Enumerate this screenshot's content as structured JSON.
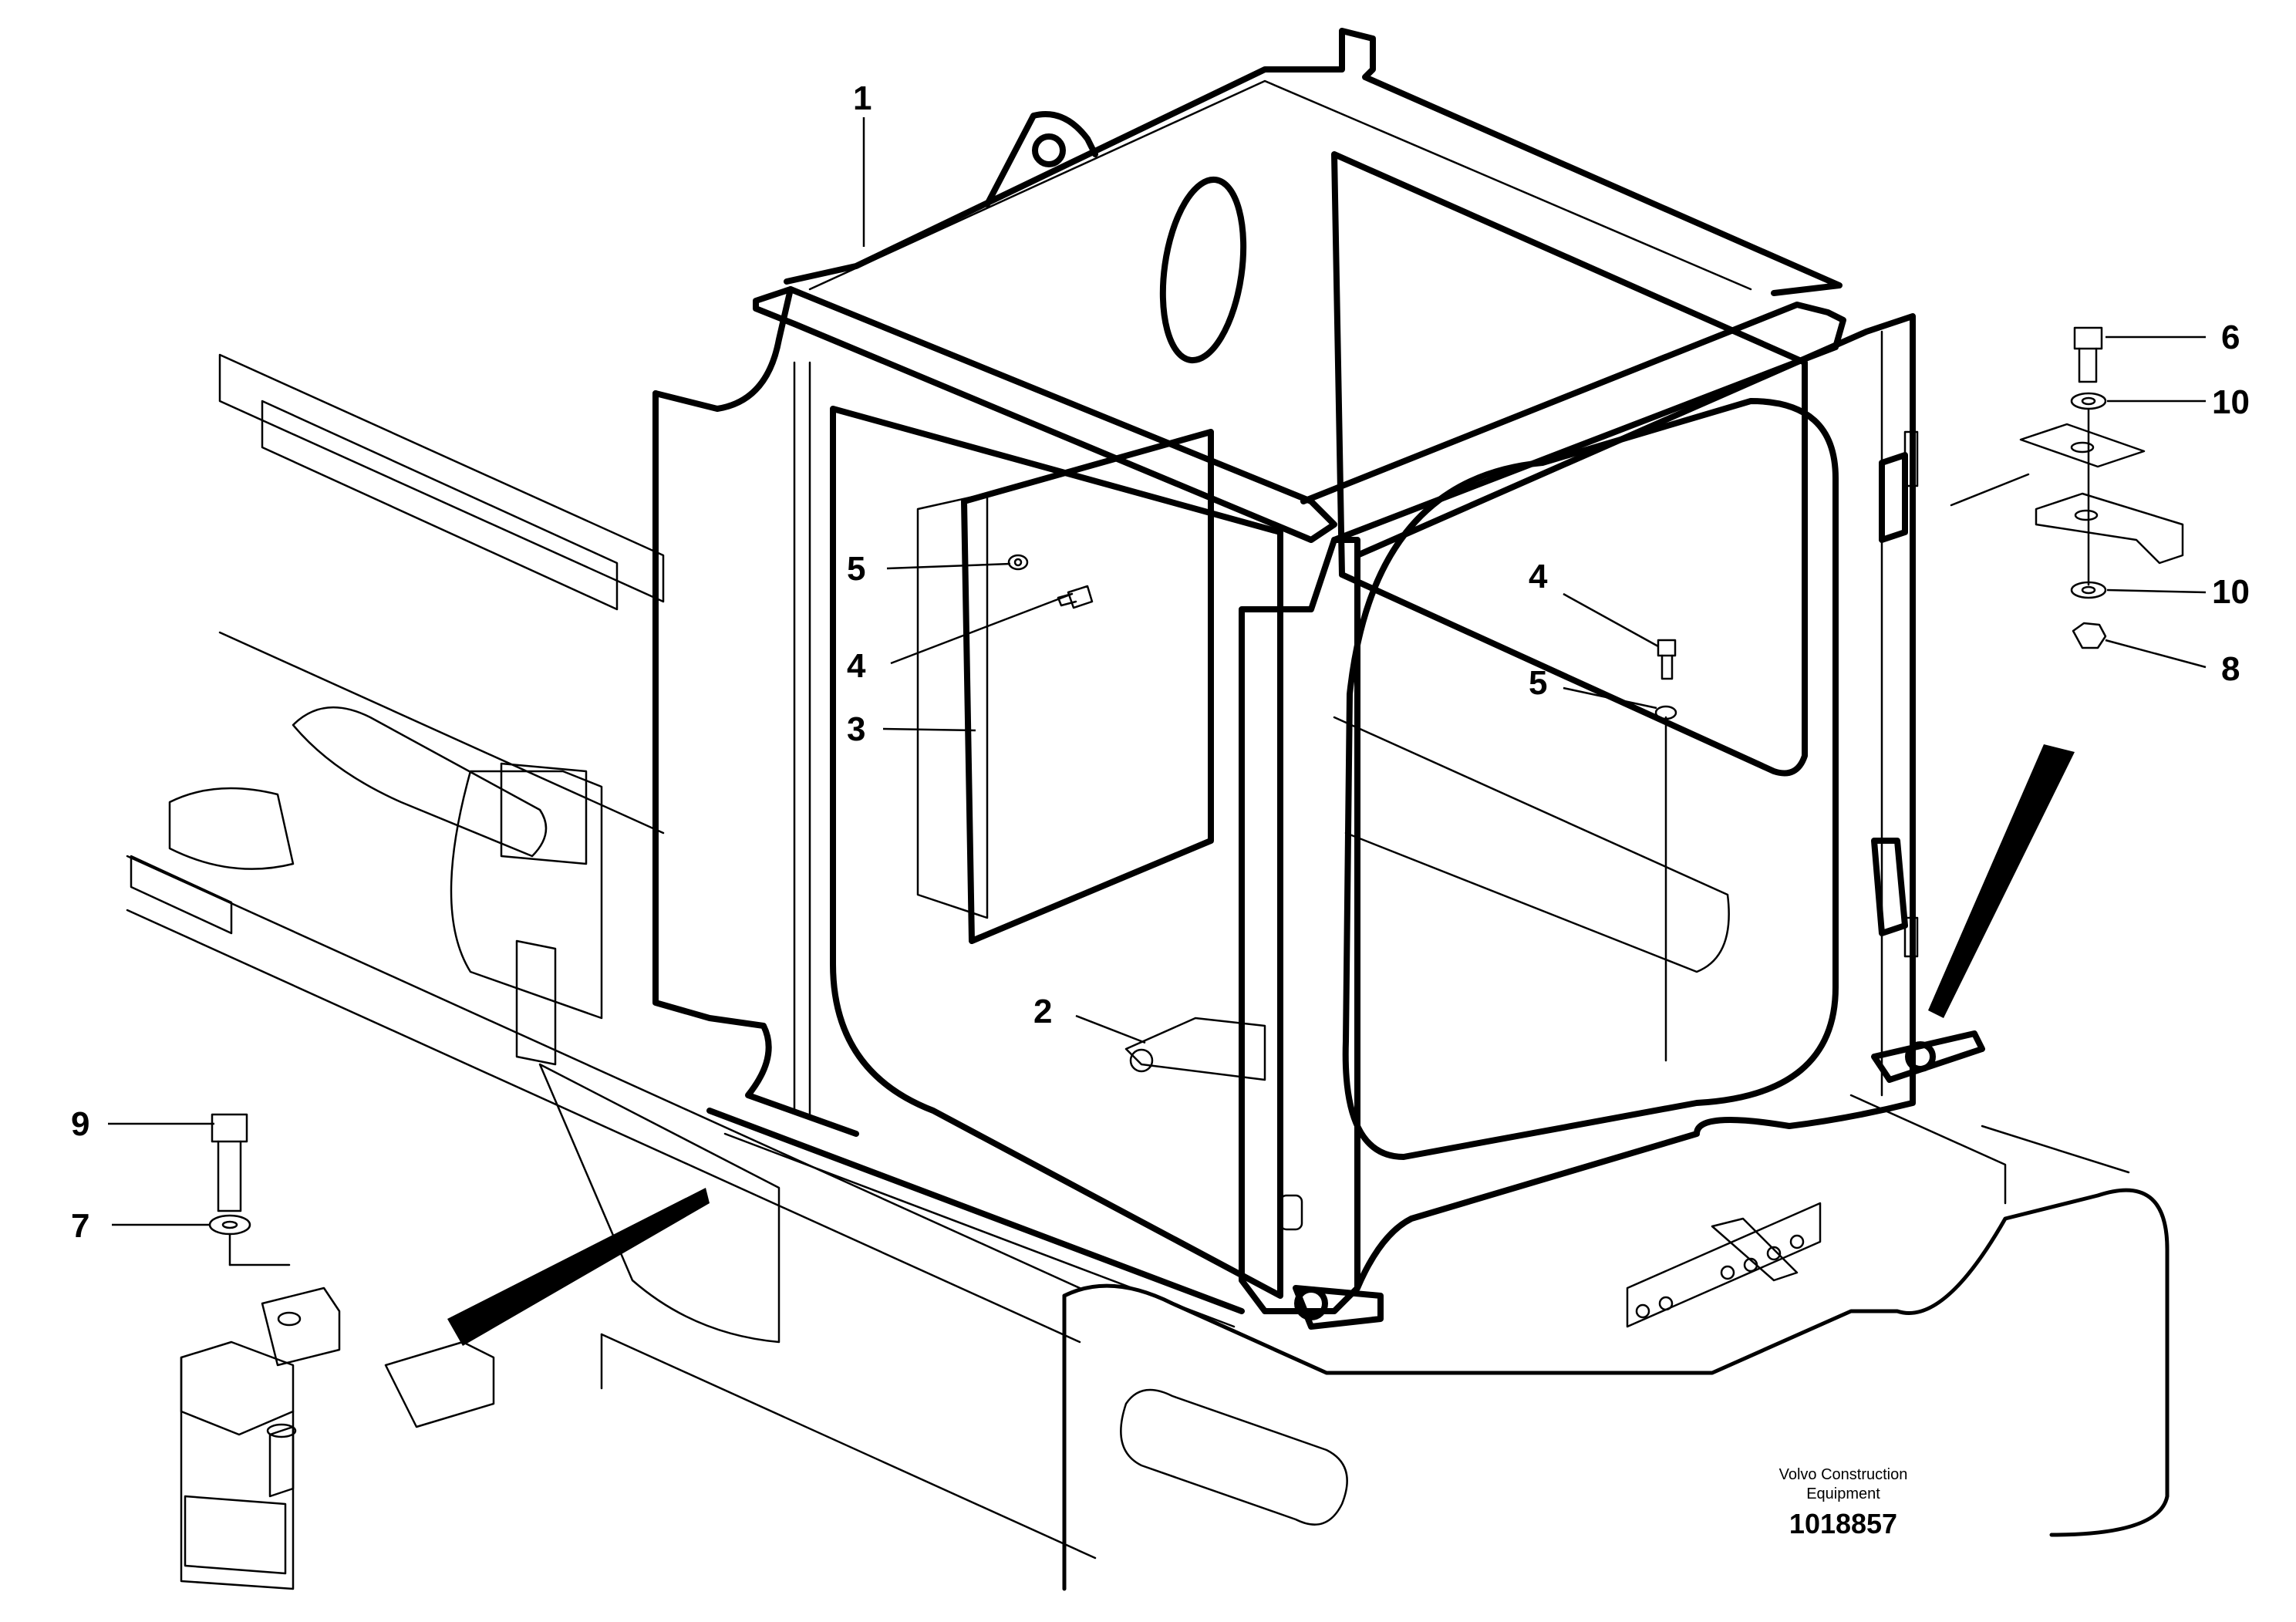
{
  "callouts": {
    "c1": "1",
    "c2": "2",
    "c3": "3",
    "c4a": "4",
    "c4b": "4",
    "c5a": "5",
    "c5b": "5",
    "c6": "6",
    "c7": "7",
    "c8": "8",
    "c9": "9",
    "c10a": "10",
    "c10b": "10"
  },
  "stamp": {
    "company_line1": "Volvo Construction",
    "company_line2": "Equipment",
    "drawing_number": "1018857"
  },
  "colors": {
    "line": "#000000",
    "background": "#ffffff"
  }
}
